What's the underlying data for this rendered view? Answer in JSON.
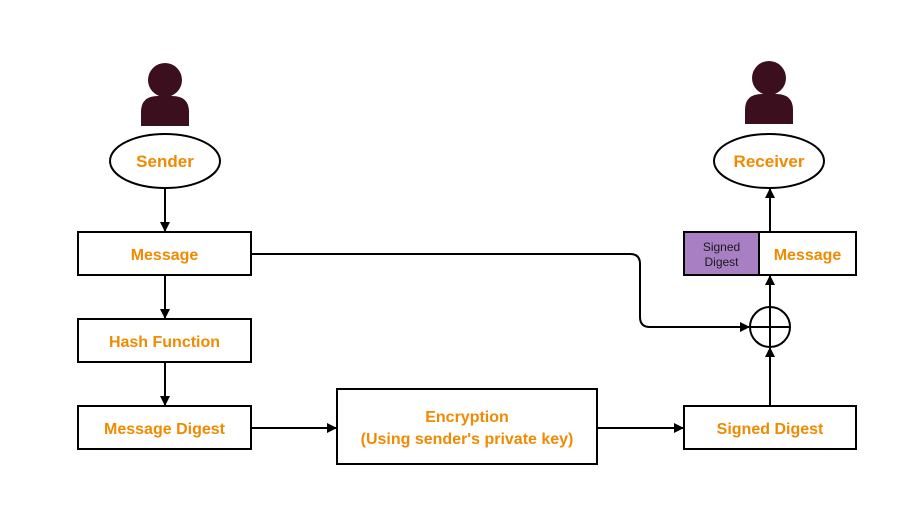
{
  "colors": {
    "label_text": "#f08a00",
    "person_icon": "#3b0f1e",
    "stroke": "#000000",
    "signed_digest_fill": "#a97fc3",
    "background": "#ffffff"
  },
  "sender": {
    "icon": "person-icon",
    "label": "Sender"
  },
  "receiver": {
    "icon": "person-icon",
    "label": "Receiver"
  },
  "boxes": {
    "message": "Message",
    "hash_function": "Hash Function",
    "message_digest": "Message Digest",
    "encryption_line1": "Encryption",
    "encryption_line2": "(Using sender's private key)",
    "signed_digest": "Signed Digest"
  },
  "combined": {
    "signed_digest_line1": "Signed",
    "signed_digest_line2": "Digest",
    "message": "Message"
  },
  "combiner": {
    "icon": "circled-plus-icon"
  }
}
